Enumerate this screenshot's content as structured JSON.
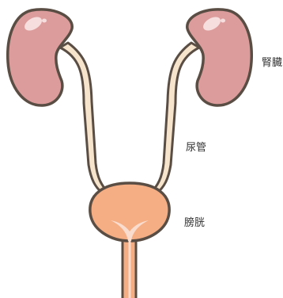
{
  "labels": {
    "kidney": "腎臓",
    "ureter": "尿管",
    "bladder": "膀胱"
  },
  "colors": {
    "outline": "#5a4e44",
    "kidney_fill": "#dd9c9c",
    "kidney_highlight": "#f7dede",
    "ureter_fill": "#f7e4cc",
    "bladder_fill": "#f5ad83",
    "bladder_inner": "#f9dccd",
    "urethra_fill": "#f5ad83"
  }
}
